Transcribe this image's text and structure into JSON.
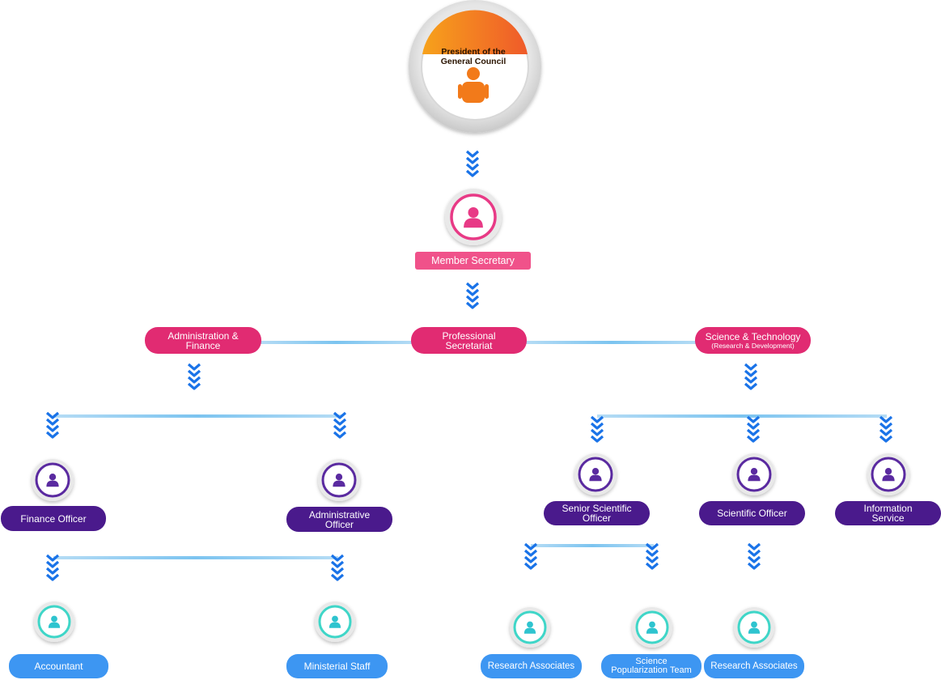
{
  "top": {
    "title_line1": "President of the",
    "title_line2": "General Council"
  },
  "level1": {
    "member_secretary": "Member Secretary"
  },
  "level2": {
    "admin_line1": "Administration &",
    "admin_line2": "Finance",
    "prof_line1": "Professional",
    "prof_line2": "Secretariat",
    "sci_line1": "Science & Technology",
    "sci_line2": "(Research & Development)"
  },
  "level3": {
    "finance_officer": "Finance Officer",
    "admin_officer_line1": "Administrative",
    "admin_officer_line2": "Officer",
    "senior_sci_line1": "Senior Scientific",
    "senior_sci_line2": "Officer",
    "scientific_officer": "Scientific Officer",
    "info_line1": "Information",
    "info_line2": "Service"
  },
  "level4": {
    "accountant": "Accountant",
    "ministerial_staff": "Ministerial Staff",
    "research_associates_1": "Research Associates",
    "sci_pop_line1": "Science",
    "sci_pop_line2": "Popularization Team",
    "research_associates_2": "Research Associates"
  },
  "colors": {
    "pink": "#e12b72",
    "purple": "#4a1a8c",
    "blue": "#3d96f2",
    "teal": "#3fd6c8",
    "orange": "#f27a1a",
    "arrow": "#1a73e8"
  },
  "icons": [
    "person-icon",
    "chevron-down-icon"
  ]
}
